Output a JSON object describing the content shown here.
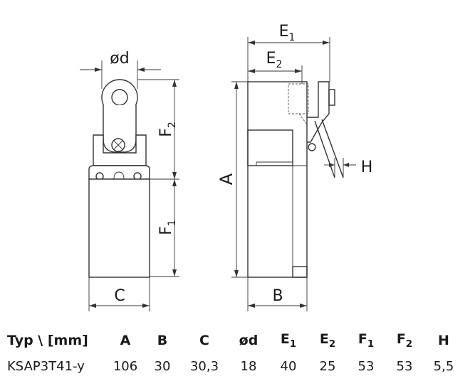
{
  "drawing": {
    "labels": {
      "d": "ød",
      "F": "F",
      "F1_sub": "1",
      "F2_sub": "2",
      "C": "C",
      "A": "A",
      "B": "B",
      "E": "E",
      "E1_sub": "1",
      "E2_sub": "2",
      "H": "H"
    }
  },
  "table": {
    "header": {
      "type": "Typ \\ [mm]",
      "A": "A",
      "B": "B",
      "C": "C",
      "d": "ød",
      "E": "E",
      "E1": "1",
      "E2": "2",
      "F": "F",
      "F1": "1",
      "F2": "2",
      "H": "H"
    },
    "row": {
      "type": "KSAP3T41-y",
      "A": "106",
      "B": "30",
      "C": "30,3",
      "d": "18",
      "E1": "40",
      "E2": "25",
      "F1": "53",
      "F2": "53",
      "H": "5,5"
    }
  }
}
